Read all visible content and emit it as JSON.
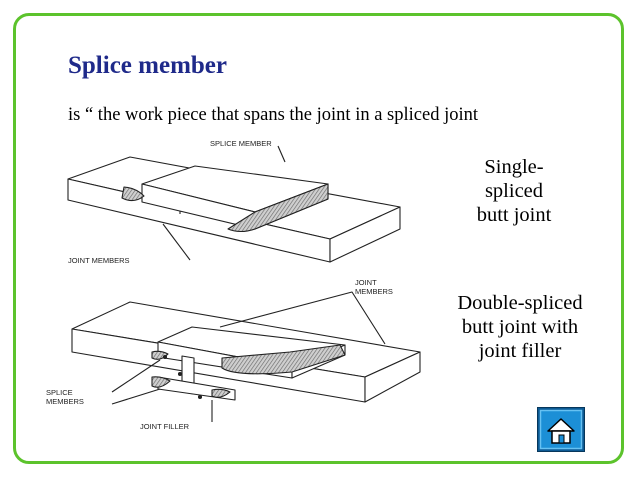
{
  "slide": {
    "title": "Splice member",
    "definition": "is “ the work piece that spans the joint  in a spliced joint",
    "captions": {
      "single_lines": [
        "Single-",
        "spliced",
        "butt joint"
      ],
      "double_lines": [
        "Double-spliced",
        "butt joint with",
        "joint filler"
      ]
    }
  },
  "figure": {
    "labels": {
      "splice_member": "SPLICE MEMBER",
      "joint_members_1": "JOINT MEMBERS",
      "joint_members_2_line1": "JOINT",
      "joint_members_2_line2": "MEMBERS",
      "splice_members_line1": "SPLICE",
      "splice_members_line2": "MEMBERS",
      "joint_filler": "JOINT FILLER"
    }
  },
  "nav": {
    "home_icon": "home-icon"
  },
  "colors": {
    "frame": "#5cc32c",
    "title": "#1f2a8a",
    "home_button": "#1c8fd6"
  }
}
